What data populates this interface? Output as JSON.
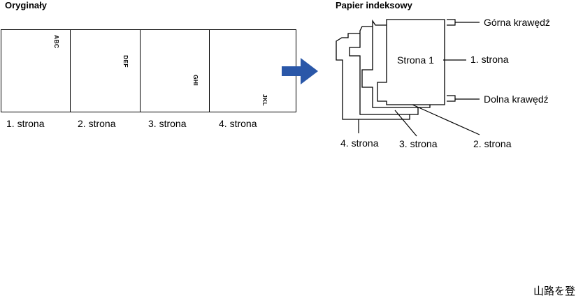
{
  "originals": {
    "title": "Oryginały",
    "pages": [
      {
        "code": "ABC",
        "label": "1. strona"
      },
      {
        "code": "DEF",
        "label": "2. strona"
      },
      {
        "code": "GHI",
        "label": "3. strona"
      },
      {
        "code": "JKL",
        "label": "4. strona"
      }
    ]
  },
  "index_paper": {
    "title": "Papier indeksowy",
    "sheet_text": "Strona 1",
    "callouts": {
      "top_edge": "Górna krawędź",
      "first_page": "1. strona",
      "bottom_edge": "Dolna krawędź",
      "page4": "4. strona",
      "page3": "3. strona",
      "page2": "2. strona"
    }
  },
  "arrow_color": "#2a57a8",
  "footer_text": "山路を登"
}
